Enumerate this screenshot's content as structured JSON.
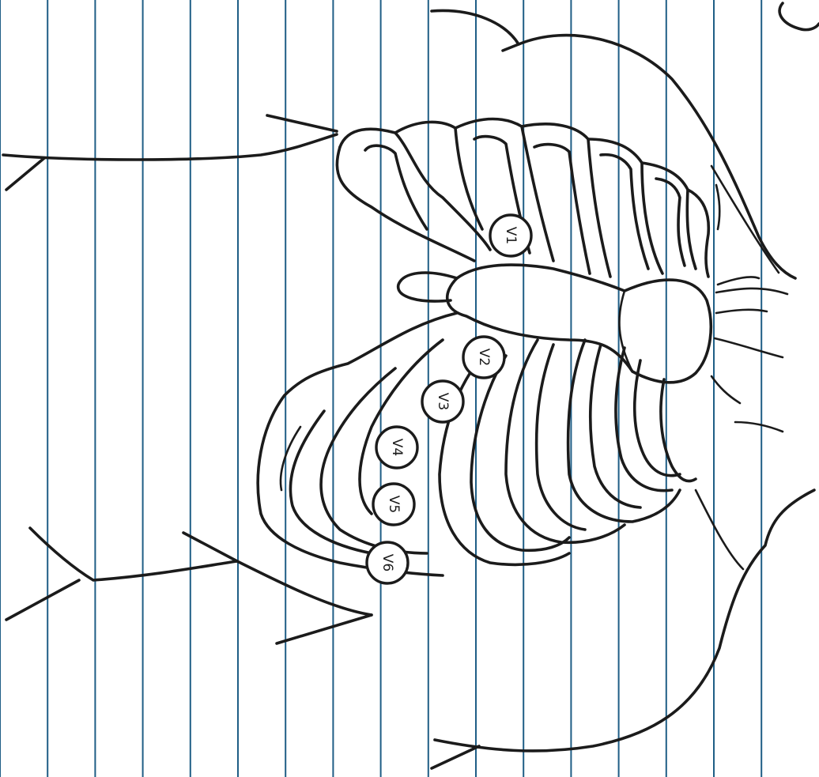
{
  "colors": {
    "paper": "#ffffff",
    "rule_lines": "#1f5e86",
    "ink": "#1b1b1b"
  },
  "electrodes": [
    {
      "id": "v1",
      "label": "V1"
    },
    {
      "id": "v2",
      "label": "V2"
    },
    {
      "id": "v3",
      "label": "V3"
    },
    {
      "id": "v4",
      "label": "V4"
    },
    {
      "id": "v5",
      "label": "V5"
    },
    {
      "id": "v6",
      "label": "V6"
    }
  ]
}
